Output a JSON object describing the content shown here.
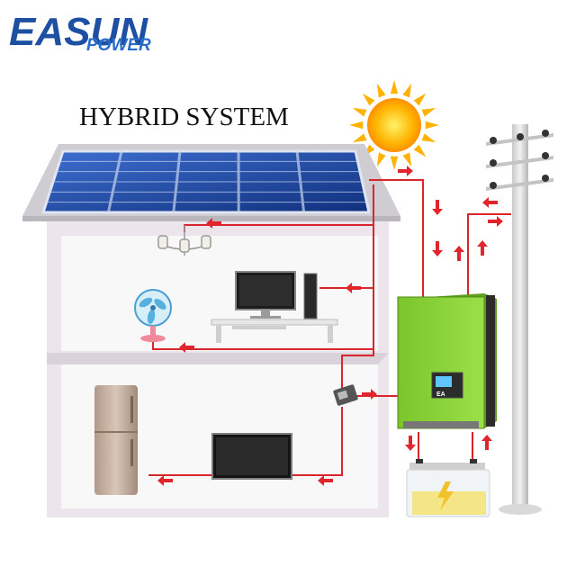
{
  "logo": {
    "brand": "EASUN",
    "sub": "POWER",
    "color_primary": "#1d4fa3",
    "color_sub": "#2a6dc9"
  },
  "title": "HYBRID SYSTEM",
  "inverter": {
    "brand": "EA",
    "body_color": "#8ed33c"
  },
  "colors": {
    "wire": "#d8262c",
    "arrow": "#e0262c",
    "house_wall": "#ece6ec",
    "roof": "#cfcdd1",
    "panel": "#1a3f9a"
  },
  "icons": [
    "sun-icon",
    "solar-panel-icon",
    "chandelier-icon",
    "fan-icon",
    "computer-icon",
    "refrigerator-icon",
    "tv-icon",
    "battery-icon",
    "utility-pole-icon",
    "meter-icon",
    "inverter-icon"
  ]
}
